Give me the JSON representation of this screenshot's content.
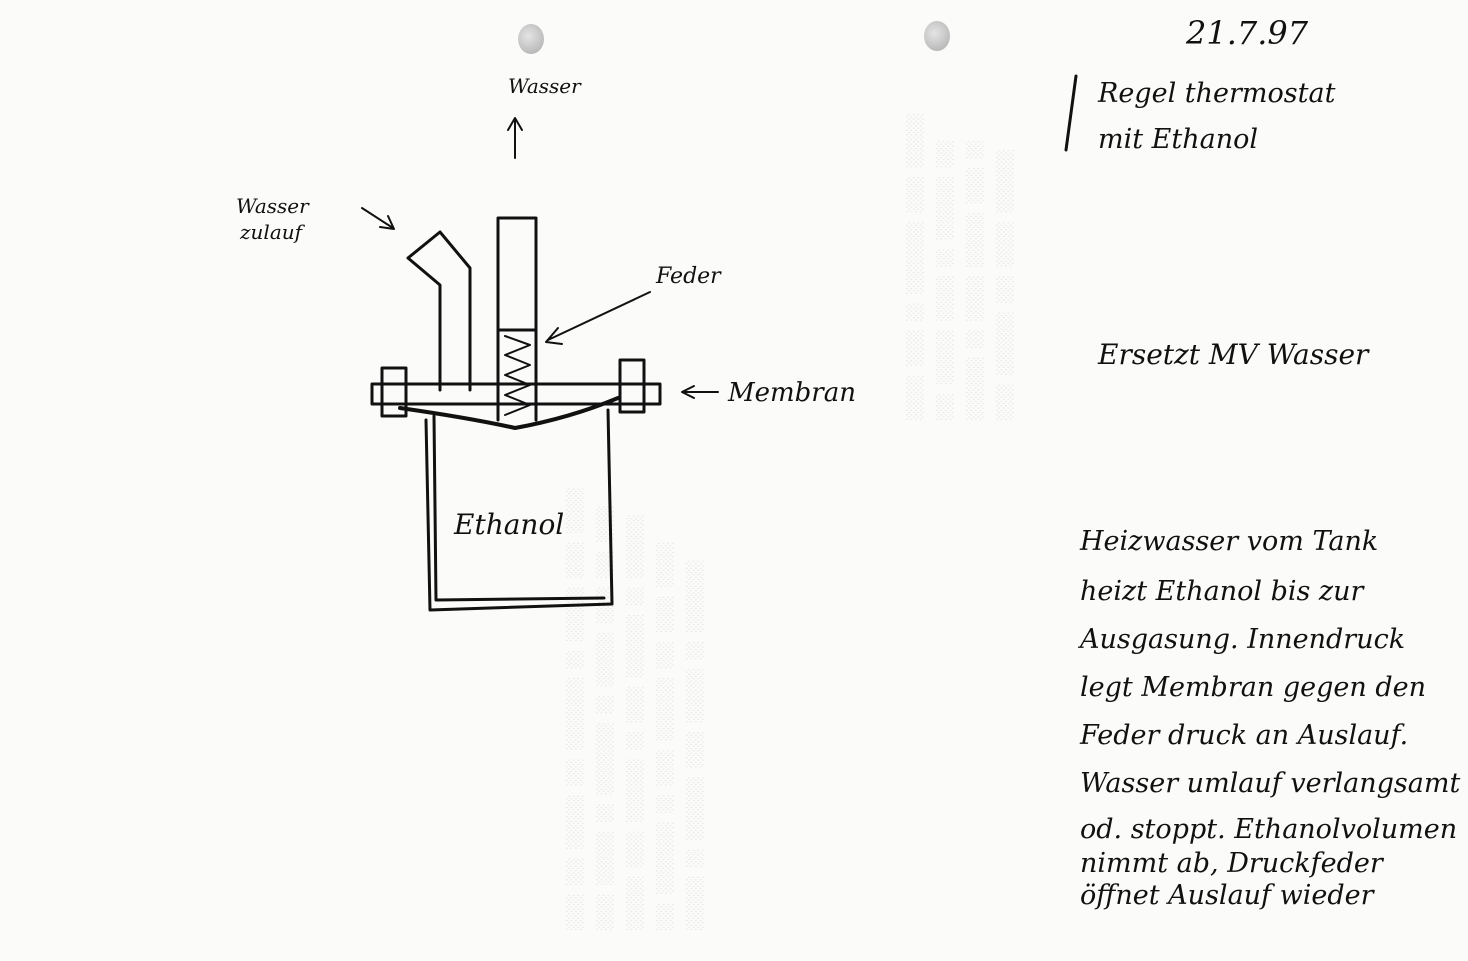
{
  "date": "21.7.97",
  "title": {
    "line1": "Regel thermostat",
    "line2": "mit Ethanol"
  },
  "diagram": {
    "water_out": "Wasser",
    "water_inlet_line1": "Wasser",
    "water_inlet_line2": "zulauf",
    "spring": "Feder",
    "membrane": "Membran",
    "ethanol": "Ethanol"
  },
  "replaces": "Ersetzt MV Wasser",
  "description": [
    "Heizwasser vom Tank",
    "heizt Ethanol bis zur",
    "Ausgasung. Innendruck",
    "legt Membran gegen den",
    "Feder druck an Auslauf.",
    "Wasser umlauf verlangsamt",
    "od. stoppt. Ethanolvolumen",
    "nimmt ab, Druckfeder",
    "öffnet Auslauf wieder"
  ]
}
